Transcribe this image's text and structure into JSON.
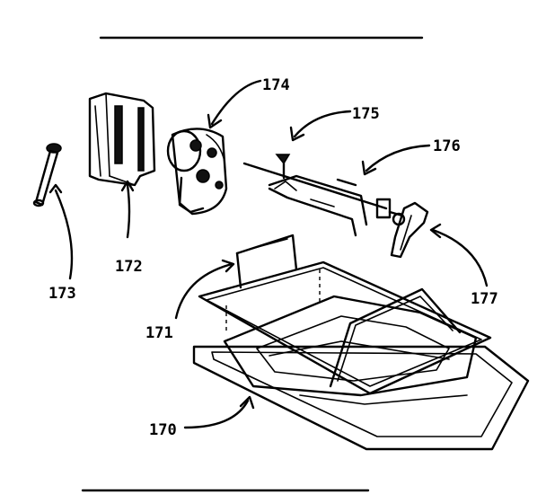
{
  "diagram": {
    "callouts": [
      {
        "id": "170",
        "text": "170"
      },
      {
        "id": "171",
        "text": "171"
      },
      {
        "id": "172",
        "text": "172"
      },
      {
        "id": "173",
        "text": "173"
      },
      {
        "id": "174",
        "text": "174"
      },
      {
        "id": "175",
        "text": "175"
      },
      {
        "id": "176",
        "text": "176"
      },
      {
        "id": "177",
        "text": "177"
      }
    ]
  }
}
